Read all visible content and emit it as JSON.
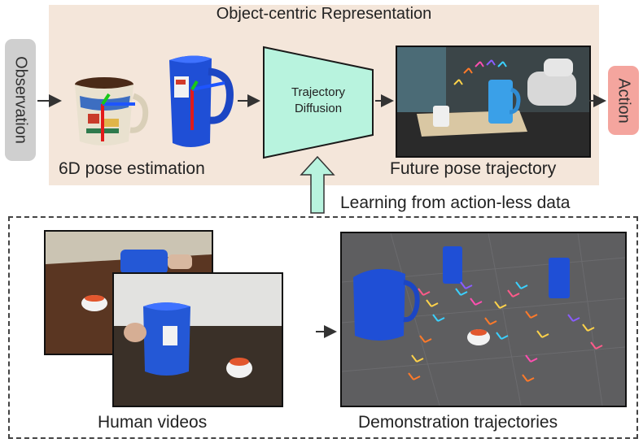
{
  "top_panel": {
    "title": "Object-centric Representation"
  },
  "observation": {
    "label": "Observation"
  },
  "action": {
    "label": "Action"
  },
  "pose_estimation": {
    "label": "6D pose estimation"
  },
  "diffusion": {
    "line1": "Trajectory",
    "line2": "Diffusion"
  },
  "future": {
    "label": "Future pose trajectory"
  },
  "learning": {
    "label": "Learning from action-less data"
  },
  "human_videos": {
    "label": "Human videos"
  },
  "demos": {
    "label": "Demonstration trajectories"
  },
  "colors": {
    "panel_bg": "#f4e6da",
    "observation_bg": "#cfcfcf",
    "action_bg": "#f4a59e",
    "diffusion_fill": "#b8f3de",
    "pitcher_blue": "#1f4fd6"
  }
}
